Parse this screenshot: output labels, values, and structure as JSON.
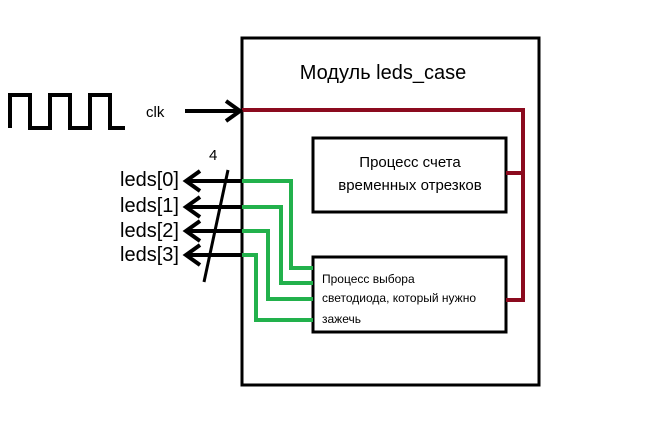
{
  "module": {
    "title": "Модуль leds_case"
  },
  "processes": {
    "counter": {
      "line1": "Процесс счета",
      "line2": "временных отрезков"
    },
    "selector": {
      "line1": "Процесс выбора",
      "line2": "светодиода, который нужно",
      "line3": "зажечь"
    }
  },
  "inputs": {
    "clk": "clk"
  },
  "outputs": {
    "bus_width": "4",
    "leds": [
      "leds[0]",
      "leds[1]",
      "leds[2]",
      "leds[3]"
    ]
  },
  "colors": {
    "clock_wire": "#8b0a1e",
    "led_wire": "#22b14c",
    "outline": "#000000"
  }
}
